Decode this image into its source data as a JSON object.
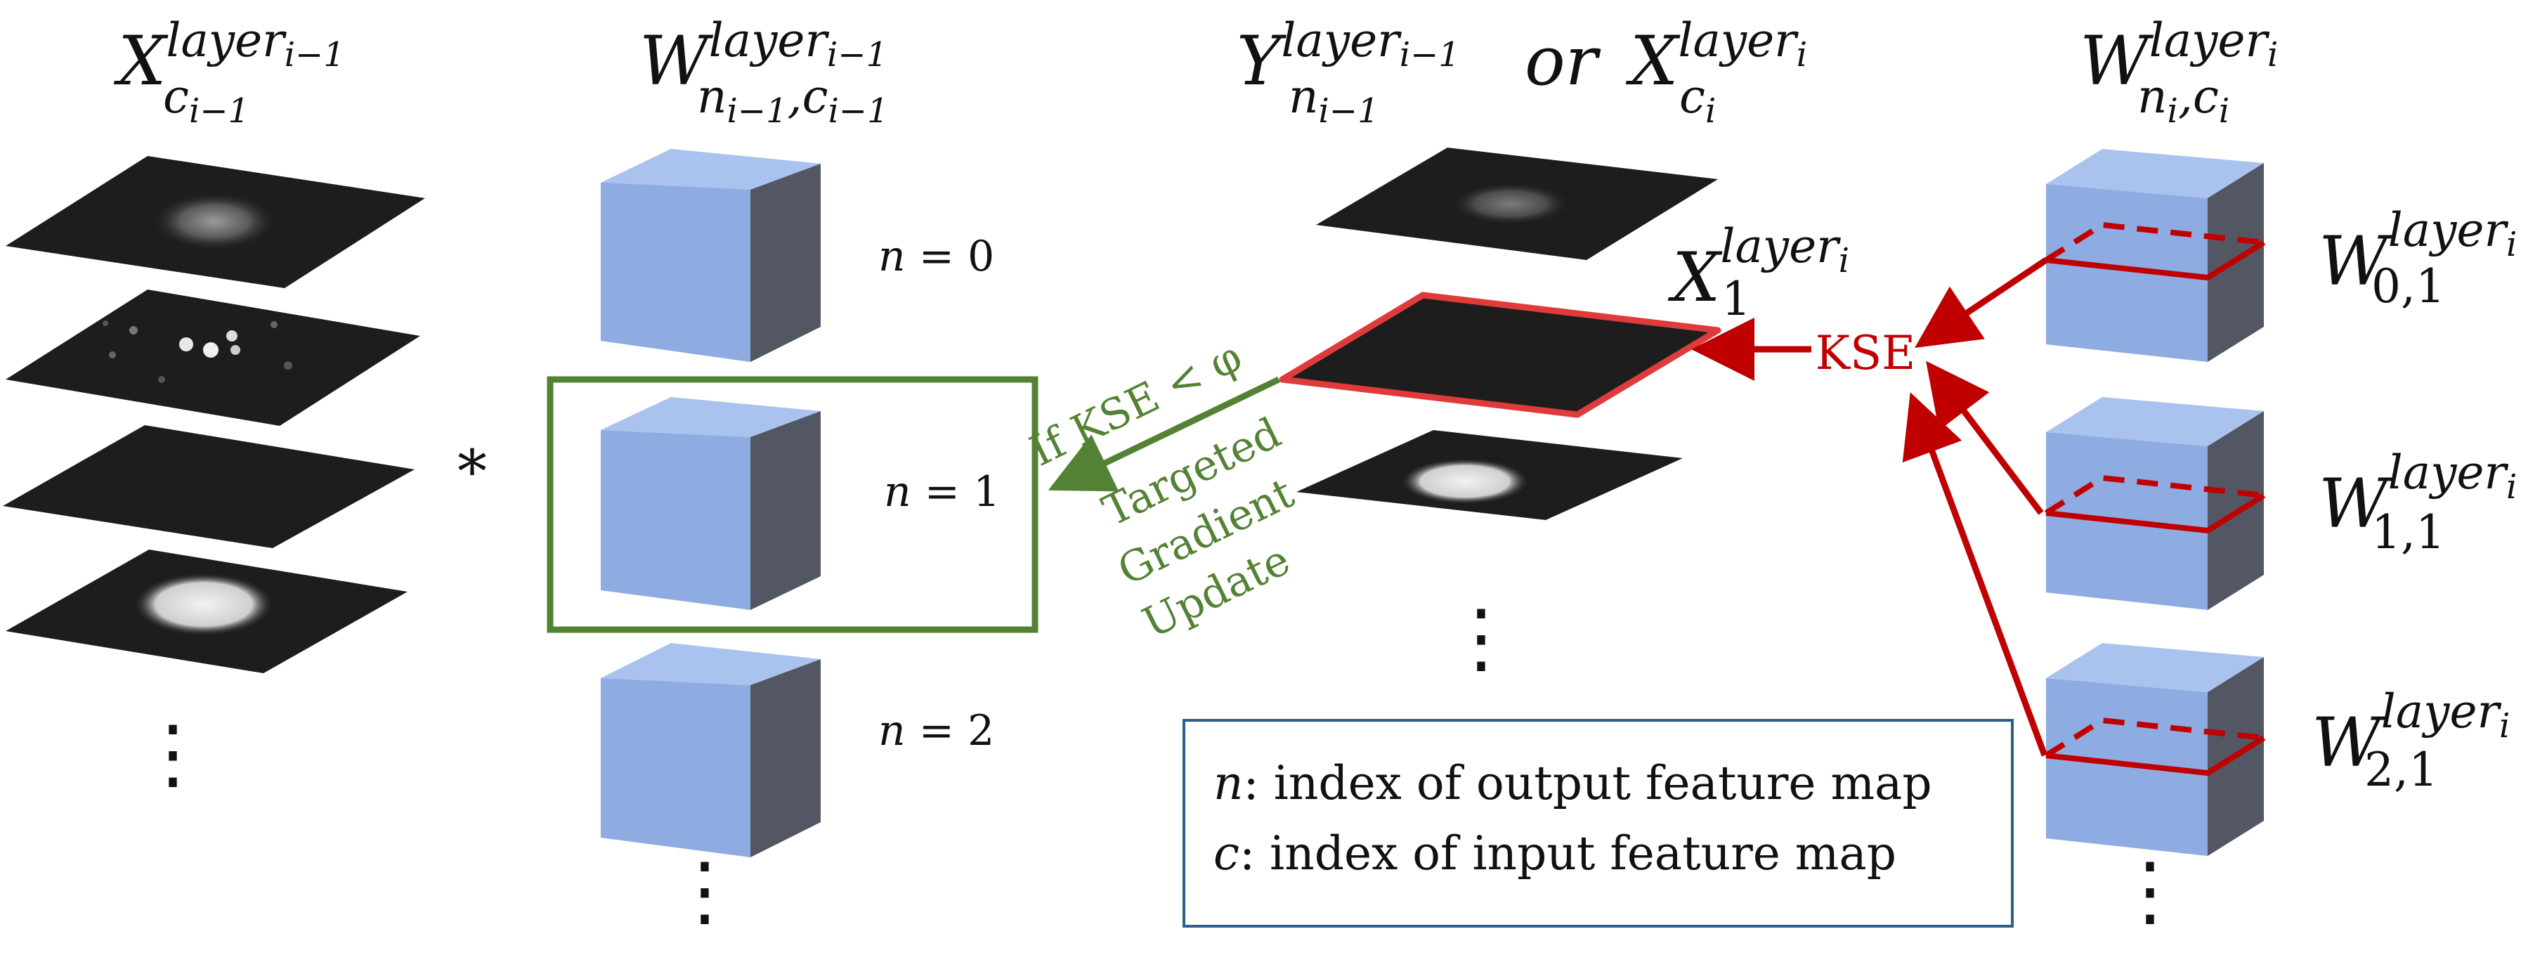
{
  "headers": {
    "col1": {
      "base": "X",
      "sup": "layer",
      "sup_sub": "i−1",
      "sub": "c",
      "sub_sub": "i−1"
    },
    "col2": {
      "base": "W",
      "sup": "layer",
      "sup_sub": "i−1",
      "sub": "n",
      "sub_sub": "i−1",
      "sub2": ",c",
      "sub2_sub": "i−1"
    },
    "col3a": {
      "base": "Y",
      "sup": "layer",
      "sup_sub": "i−1",
      "sub": "n",
      "sub_sub": "i−1"
    },
    "col3_or": "or",
    "col3b": {
      "base": "X",
      "sup": "layer",
      "sup_sub": "i",
      "sub": "c",
      "sub_sub": "i"
    },
    "col4": {
      "base": "W",
      "sup": "layer",
      "sup_sub": "i",
      "sub": "n",
      "sub_sub": "i",
      "sub2": ",c",
      "sub2_sub": "i"
    }
  },
  "operator": "*",
  "n_labels": [
    {
      "var": "n",
      "text": " = 0"
    },
    {
      "var": "n",
      "text": " = 1"
    },
    {
      "var": "n",
      "text": " = 2"
    }
  ],
  "x1_label": {
    "base": "X",
    "sup": "layer",
    "sup_sub": "i",
    "sub": "1"
  },
  "kse_label": "KSE",
  "gradient_text": {
    "line1": "If KSE < φ",
    "line2": "Targeted",
    "line3": "Gradient",
    "line4": "Update"
  },
  "weight_labels": [
    {
      "base": "W",
      "sup": "layer",
      "sup_sub": "i",
      "sub": "0,1"
    },
    {
      "base": "W",
      "sup": "layer",
      "sup_sub": "i",
      "sub": "1,1"
    },
    {
      "base": "W",
      "sup": "layer",
      "sup_sub": "i",
      "sub": "2,1"
    }
  ],
  "legend": {
    "line1_sym": "n",
    "line1_text": ": index of output feature map",
    "line2_sym": "c",
    "line2_text": ": index of input feature map"
  },
  "ellipsis": "⋮",
  "colors": {
    "cube_front": "#8eabe2",
    "cube_top": "#a9c2ee",
    "cube_side": "#525763",
    "red": "#c00000",
    "green": "#548235",
    "legend_border": "#2e5f8a",
    "map_bg": "#1d1d1d"
  }
}
